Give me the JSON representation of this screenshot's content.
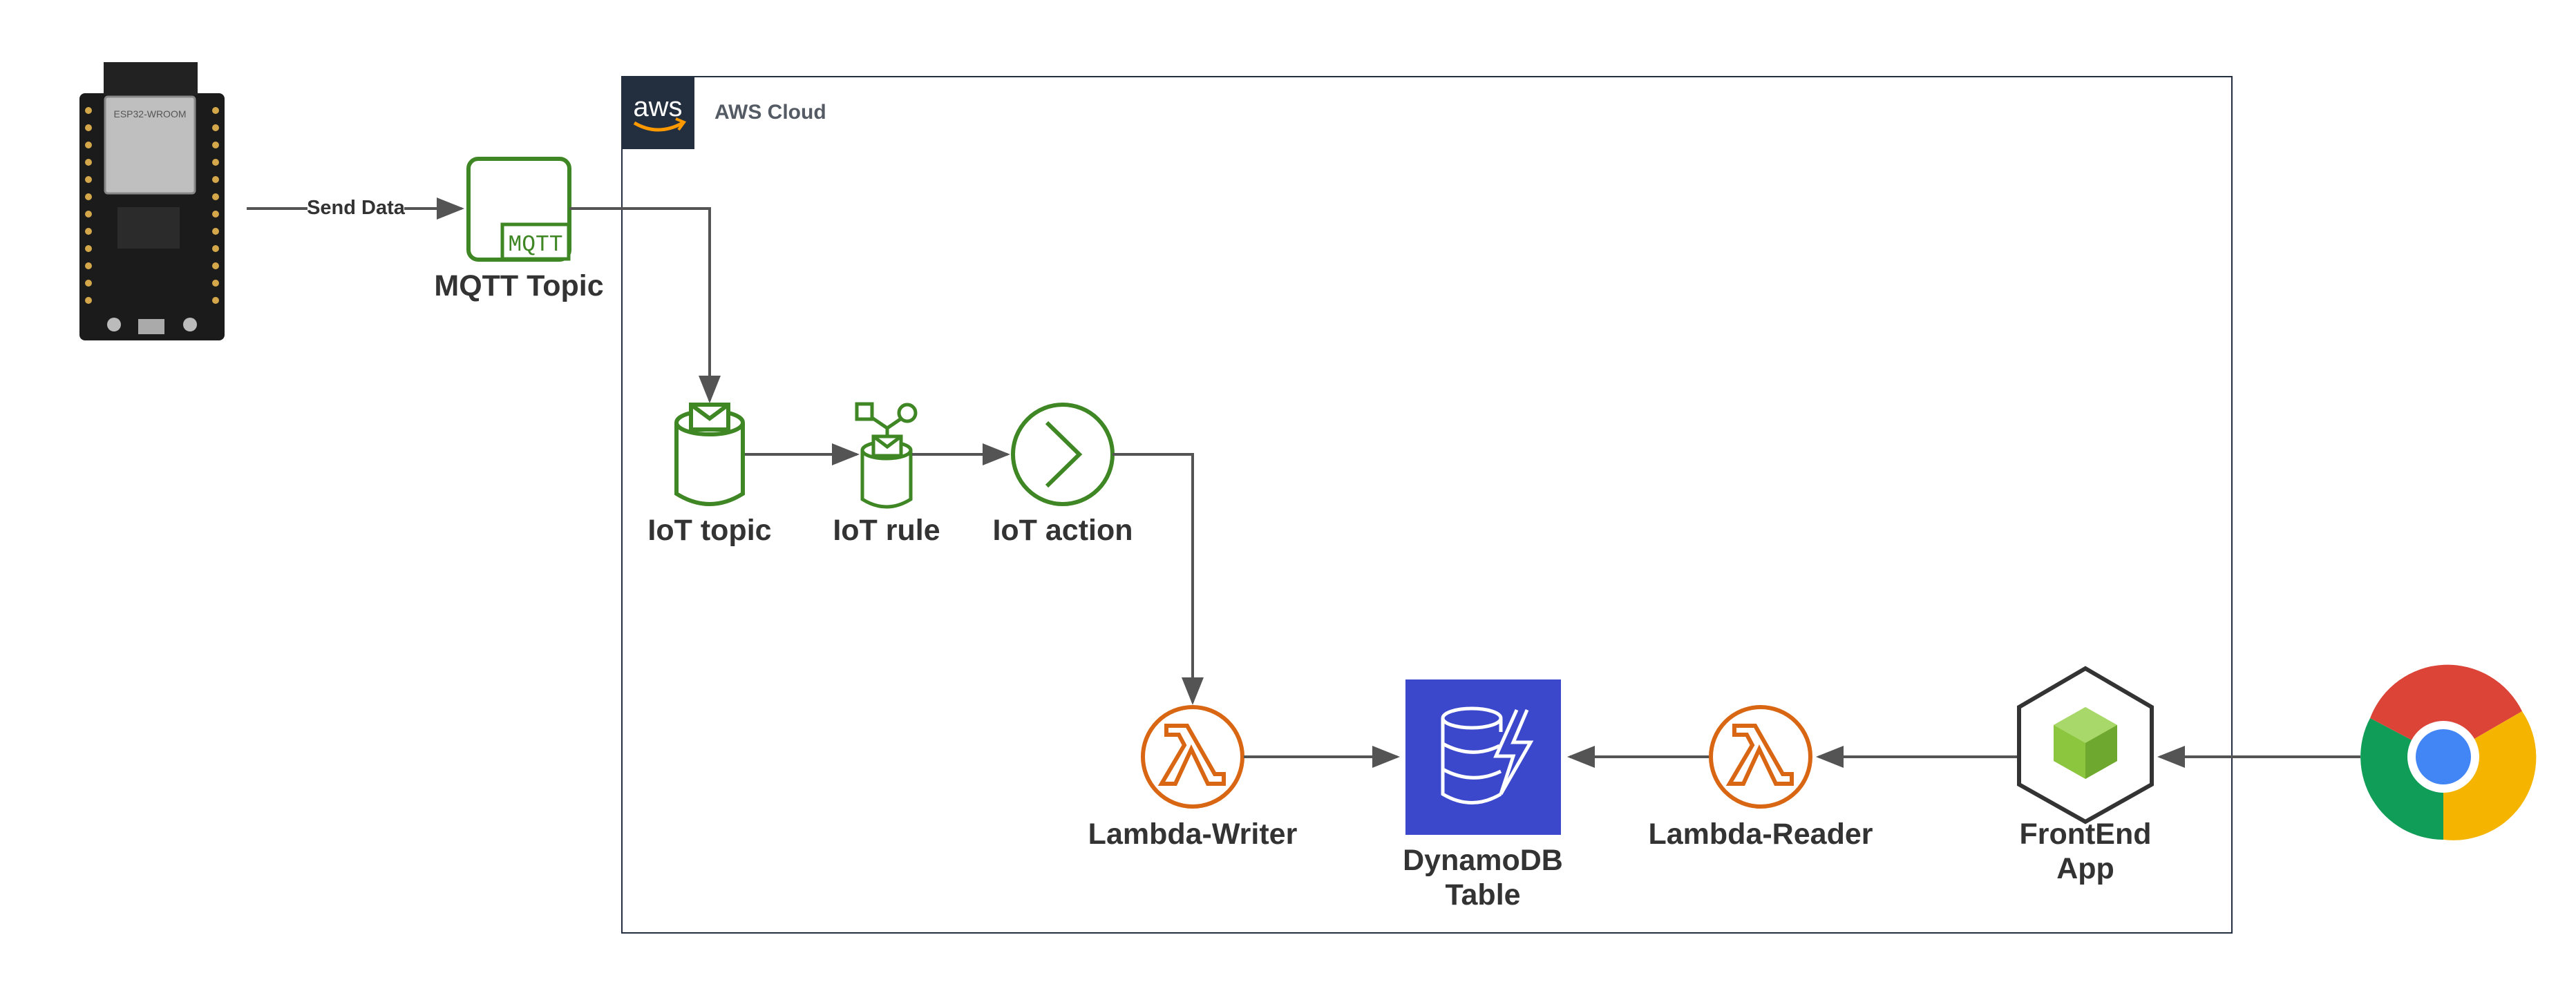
{
  "colors": {
    "aws_green": "#3f8624",
    "aws_orange": "#d86613",
    "dynamo_blue": "#3b48cc",
    "arrow": "#545454",
    "frontend_green": "#8cc63f",
    "aws_badge": "#232f3e"
  },
  "edge_label": "Send Data",
  "cloud": {
    "title": "AWS Cloud",
    "logo_text": "aws"
  },
  "nodes": {
    "device": {
      "icon": "esp32-board-icon"
    },
    "mqtt": {
      "label": "MQTT Topic",
      "badge": "MQTT"
    },
    "iot_topic": {
      "label": "IoT topic"
    },
    "iot_rule": {
      "label": "IoT rule"
    },
    "iot_action": {
      "label": "IoT action"
    },
    "lambda_writer": {
      "label": "Lambda-Writer",
      "icon": "lambda-icon"
    },
    "dynamodb": {
      "label_line1": "DynamoDB",
      "label_line2": "Table"
    },
    "lambda_reader": {
      "label": "Lambda-Reader",
      "icon": "lambda-icon"
    },
    "frontend": {
      "label_line1": "FrontEnd",
      "label_line2": "App"
    },
    "browser": {
      "icon": "chrome-icon"
    }
  }
}
